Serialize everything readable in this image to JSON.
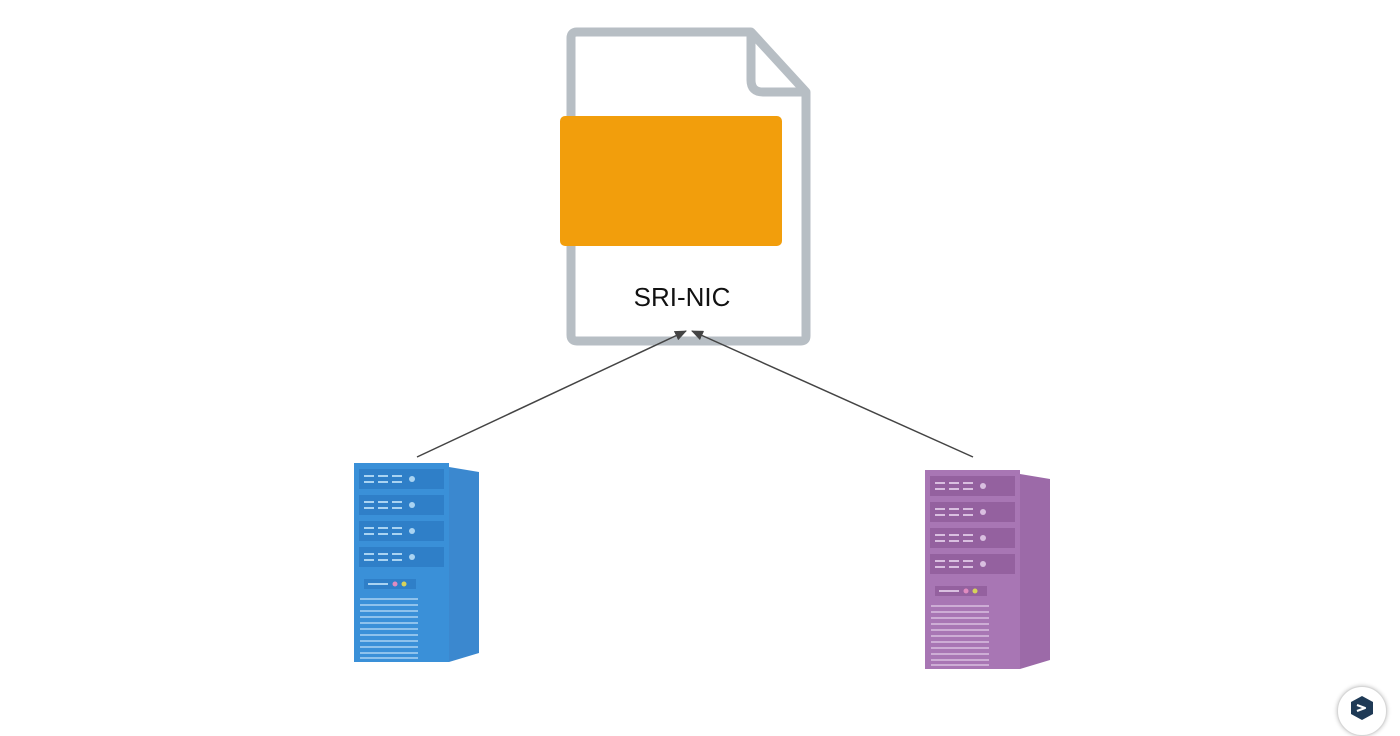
{
  "diagram": {
    "document": {
      "label": "SRI-NIC",
      "icon": "document-icon",
      "outline_color": "#b7bec4",
      "block_color": "#f29e0c"
    },
    "servers": [
      {
        "name": "server-left",
        "icon": "server-tower-icon",
        "color": "#3a90d8"
      },
      {
        "name": "server-right",
        "icon": "server-tower-icon",
        "color": "#a876b4"
      }
    ],
    "arrows": [
      {
        "from": "server-left",
        "to": "document"
      },
      {
        "from": "server-right",
        "to": "document"
      }
    ]
  },
  "fab": {
    "icon": "app-logo-icon",
    "color": "#1f3a56"
  }
}
